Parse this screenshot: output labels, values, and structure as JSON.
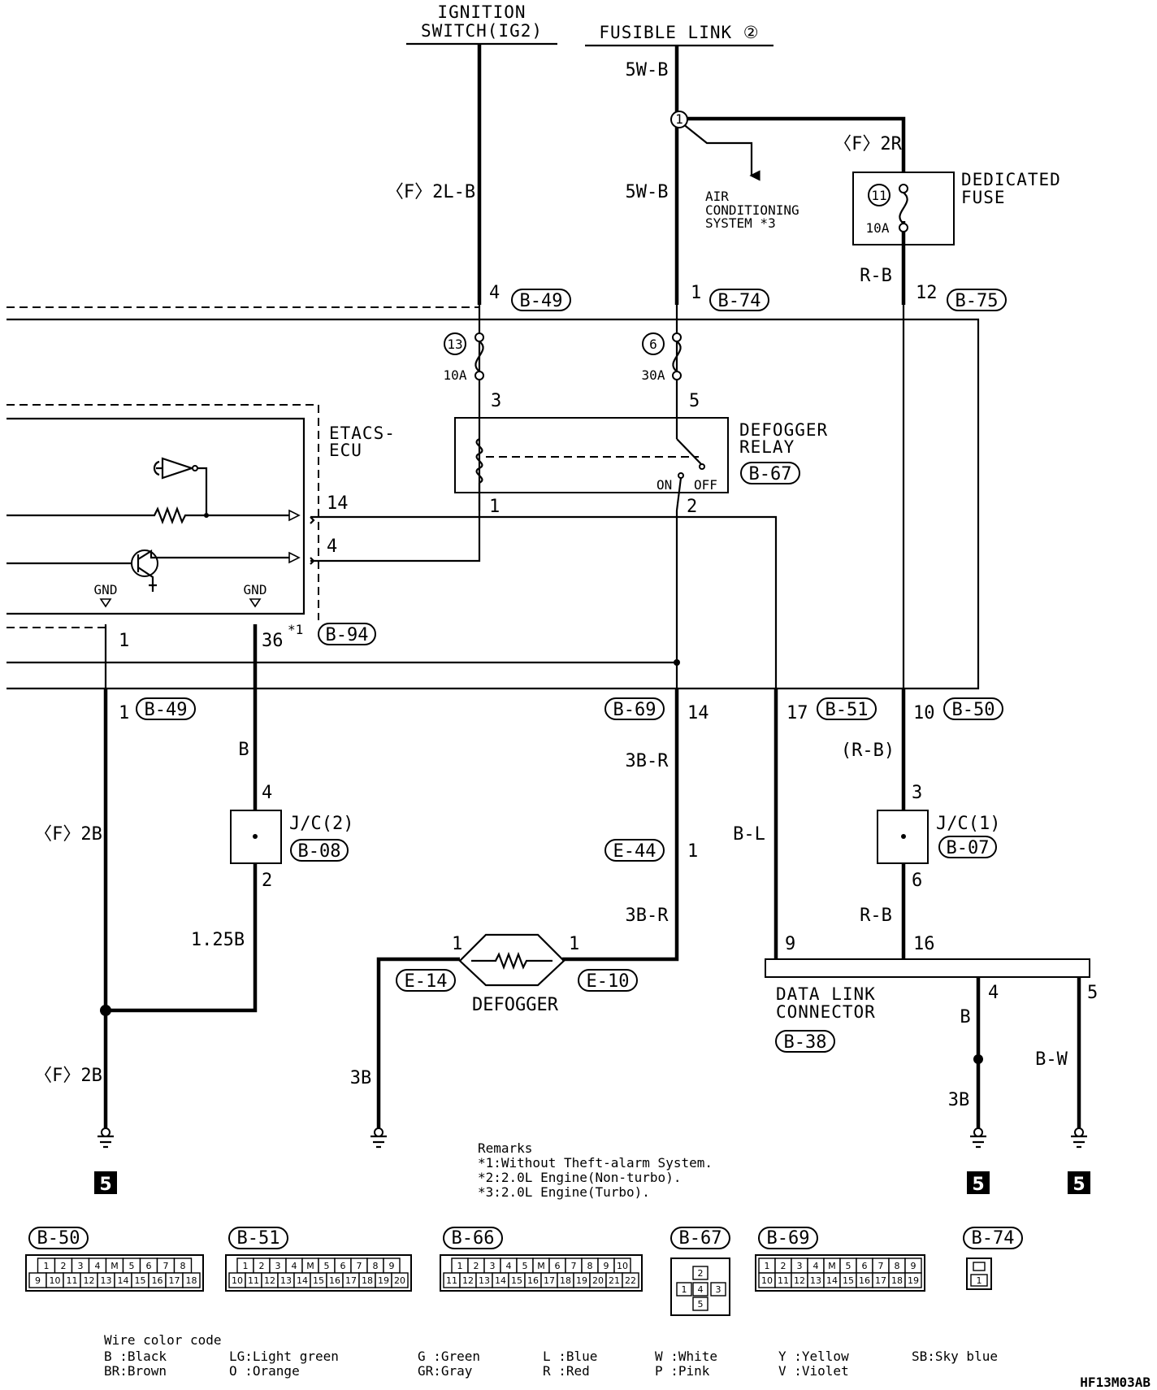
{
  "sources": {
    "ignition": [
      "IGNITION",
      "SWITCH(IG2)"
    ],
    "fusible": "FUSIBLE LINK ②"
  },
  "wires": {
    "w_5wb_top": "5W-B",
    "w_5wb": "5W-B",
    "w_f2lb": "〈F〉2L-B",
    "w_f2r": "〈F〉2R",
    "w_rb_top": "R-B",
    "w_b": "B",
    "w_f2b_1": "〈F〉2B",
    "w_f2b_2": "〈F〉2B",
    "w_125b": "1.25B",
    "w_3br_1": "3B-R",
    "w_3br_2": "3B-R",
    "w_bl": "B-L",
    "w_rb_paren": "(R-B)",
    "w_rb_bot": "R-B",
    "w_3b_left": "3B",
    "w_b_dlc": "B",
    "w_3b_dlc": "3B",
    "w_bw": "B-W"
  },
  "pins": {
    "p4": "4",
    "p1": "1",
    "p12": "12",
    "p3": "3",
    "p5": "5",
    "pr1": "1",
    "pr2": "2",
    "pe14": "14",
    "pe4": "4",
    "pg1": "1",
    "pg36": "36",
    "pg36_note": "*1",
    "pb1": "1",
    "pb14": "14",
    "pb17": "17",
    "pb10": "10",
    "pj4": "4",
    "pj2": "2",
    "pk3": "3",
    "pk6": "6",
    "pe1": "1",
    "pd1l": "1",
    "pd1r": "1",
    "pdl9": "9",
    "pdl16": "16",
    "pdl4": "4",
    "pdl5": "5"
  },
  "connectors": {
    "b49_top": "B-49",
    "b74_top": "B-74",
    "b75": "B-75",
    "b67": "B-67",
    "b94": "B-94",
    "b49_bot": "B-49",
    "b69": "B-69",
    "b51": "B-51",
    "b50": "B-50",
    "b08": "B-08",
    "b07": "B-07",
    "e44": "E-44",
    "e14": "E-14",
    "e10": "E-10",
    "b38": "B-38"
  },
  "fuses": {
    "f13_num": "13",
    "f13_rating": "10A",
    "f6_num": "6",
    "f6_rating": "30A",
    "f11_num": "11",
    "f11_rating": "10A",
    "splice": "1"
  },
  "labels": {
    "air": [
      "AIR",
      "CONDITIONING",
      "SYSTEM *3"
    ],
    "dedicated": [
      "DEDICATED",
      "FUSE"
    ],
    "etacs": [
      "ETACS-",
      "ECU"
    ],
    "relay": [
      "DEFOGGER",
      "RELAY"
    ],
    "on": "ON",
    "off": "OFF",
    "gnd1": "GND",
    "gnd2": "GND",
    "jc2": "J/C(2)",
    "jc1": "J/C(1)",
    "defogger": "DEFOGGER",
    "dlc": [
      "DATA LINK",
      "CONNECTOR"
    ]
  },
  "ground_refs": [
    "5",
    "5",
    "5"
  ],
  "remarks": [
    "Remarks",
    "*1:Without Theft-alarm System.",
    "*2:2.0L Engine(Non-turbo).",
    "*3:2.0L Engine(Turbo)."
  ],
  "connector_views": [
    {
      "label": "B-50",
      "row1": [
        "1",
        "2",
        "3",
        "4",
        "M",
        "5",
        "6",
        "7",
        "8"
      ],
      "row2": [
        "9",
        "10",
        "11",
        "12",
        "13",
        "14",
        "15",
        "16",
        "17",
        "18"
      ]
    },
    {
      "label": "B-51",
      "row1": [
        "1",
        "2",
        "3",
        "4",
        "M",
        "5",
        "6",
        "7",
        "8",
        "9"
      ],
      "row2": [
        "10",
        "11",
        "12",
        "13",
        "14",
        "15",
        "16",
        "17",
        "18",
        "19",
        "20"
      ]
    },
    {
      "label": "B-66",
      "row1": [
        "1",
        "2",
        "3",
        "4",
        "5",
        "M",
        "6",
        "7",
        "8",
        "9",
        "10"
      ],
      "row2": [
        "11",
        "12",
        "13",
        "14",
        "15",
        "16",
        "17",
        "18",
        "19",
        "20",
        "21",
        "22"
      ]
    },
    {
      "label": "B-67",
      "pins": [
        "2",
        "1",
        "4",
        "3",
        "5"
      ]
    },
    {
      "label": "B-69",
      "row1": [
        "1",
        "2",
        "3",
        "4",
        "M",
        "5",
        "6",
        "7",
        "8",
        "9"
      ],
      "row2": [
        "10",
        "11",
        "12",
        "13",
        "14",
        "15",
        "16",
        "17",
        "18",
        "19"
      ]
    },
    {
      "label": "B-74",
      "pins": [
        "1"
      ]
    }
  ],
  "legend": {
    "title": "Wire color code",
    "entries": [
      [
        "B :Black",
        "BR:Brown"
      ],
      [
        "LG:Light green",
        "O :Orange"
      ],
      [
        "G :Green",
        "GR:Gray"
      ],
      [
        "L :Blue",
        "R :Red"
      ],
      [
        "W :White",
        "P :Pink"
      ],
      [
        "Y :Yellow",
        "V :Violet"
      ],
      [
        "SB:Sky blue"
      ]
    ]
  },
  "diagram_code": "HF13M03AB"
}
